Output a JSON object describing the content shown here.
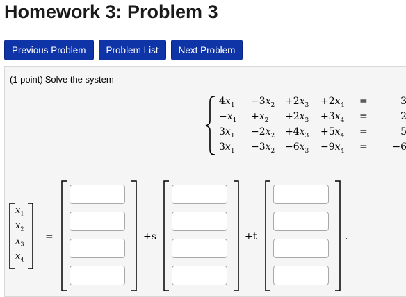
{
  "page": {
    "title": "Homework 3: Problem 3"
  },
  "nav": {
    "previous_label": "Previous Problem",
    "list_label": "Problem List",
    "next_label": "Next Problem"
  },
  "problem": {
    "points": "(1 point)",
    "prompt": "Solve the system"
  },
  "system": {
    "rows": [
      {
        "t1": "4",
        "t1v": "x",
        "t1s": "1",
        "t2": "−3",
        "t2v": "x",
        "t2s": "2",
        "t3": "+2",
        "t3v": "x",
        "t3s": "3",
        "t4": "+2",
        "t4v": "x",
        "t4s": "4",
        "eq": "=",
        "rhs": "3"
      },
      {
        "t1": "−",
        "t1v": "x",
        "t1s": "1",
        "t2": "+",
        "t2v": "x",
        "t2s": "2",
        "t3": "+2",
        "t3v": "x",
        "t3s": "3",
        "t4": "+3",
        "t4v": "x",
        "t4s": "4",
        "eq": "=",
        "rhs": "2"
      },
      {
        "t1": "3",
        "t1v": "x",
        "t1s": "1",
        "t2": "−2",
        "t2v": "x",
        "t2s": "2",
        "t3": "+4",
        "t3v": "x",
        "t3s": "3",
        "t4": "+5",
        "t4v": "x",
        "t4s": "4",
        "eq": "=",
        "rhs": "5"
      },
      {
        "t1": "3",
        "t1v": "x",
        "t1s": "1",
        "t2": "−3",
        "t2v": "x",
        "t2s": "2",
        "t3": "−6",
        "t3v": "x",
        "t3s": "3",
        "t4": "−9",
        "t4v": "x",
        "t4s": "4",
        "eq": "=",
        "rhs": "−6"
      }
    ]
  },
  "solution": {
    "unknowns": [
      {
        "v": "x",
        "s": "1"
      },
      {
        "v": "x",
        "s": "2"
      },
      {
        "v": "x",
        "s": "3"
      },
      {
        "v": "x",
        "s": "4"
      }
    ],
    "equals": "=",
    "plus_s": "+s",
    "plus_t": "+t",
    "period": ".",
    "vector0": [
      "",
      "",
      "",
      ""
    ],
    "vector_s": [
      "",
      "",
      "",
      ""
    ],
    "vector_t": [
      "",
      "",
      "",
      ""
    ]
  }
}
